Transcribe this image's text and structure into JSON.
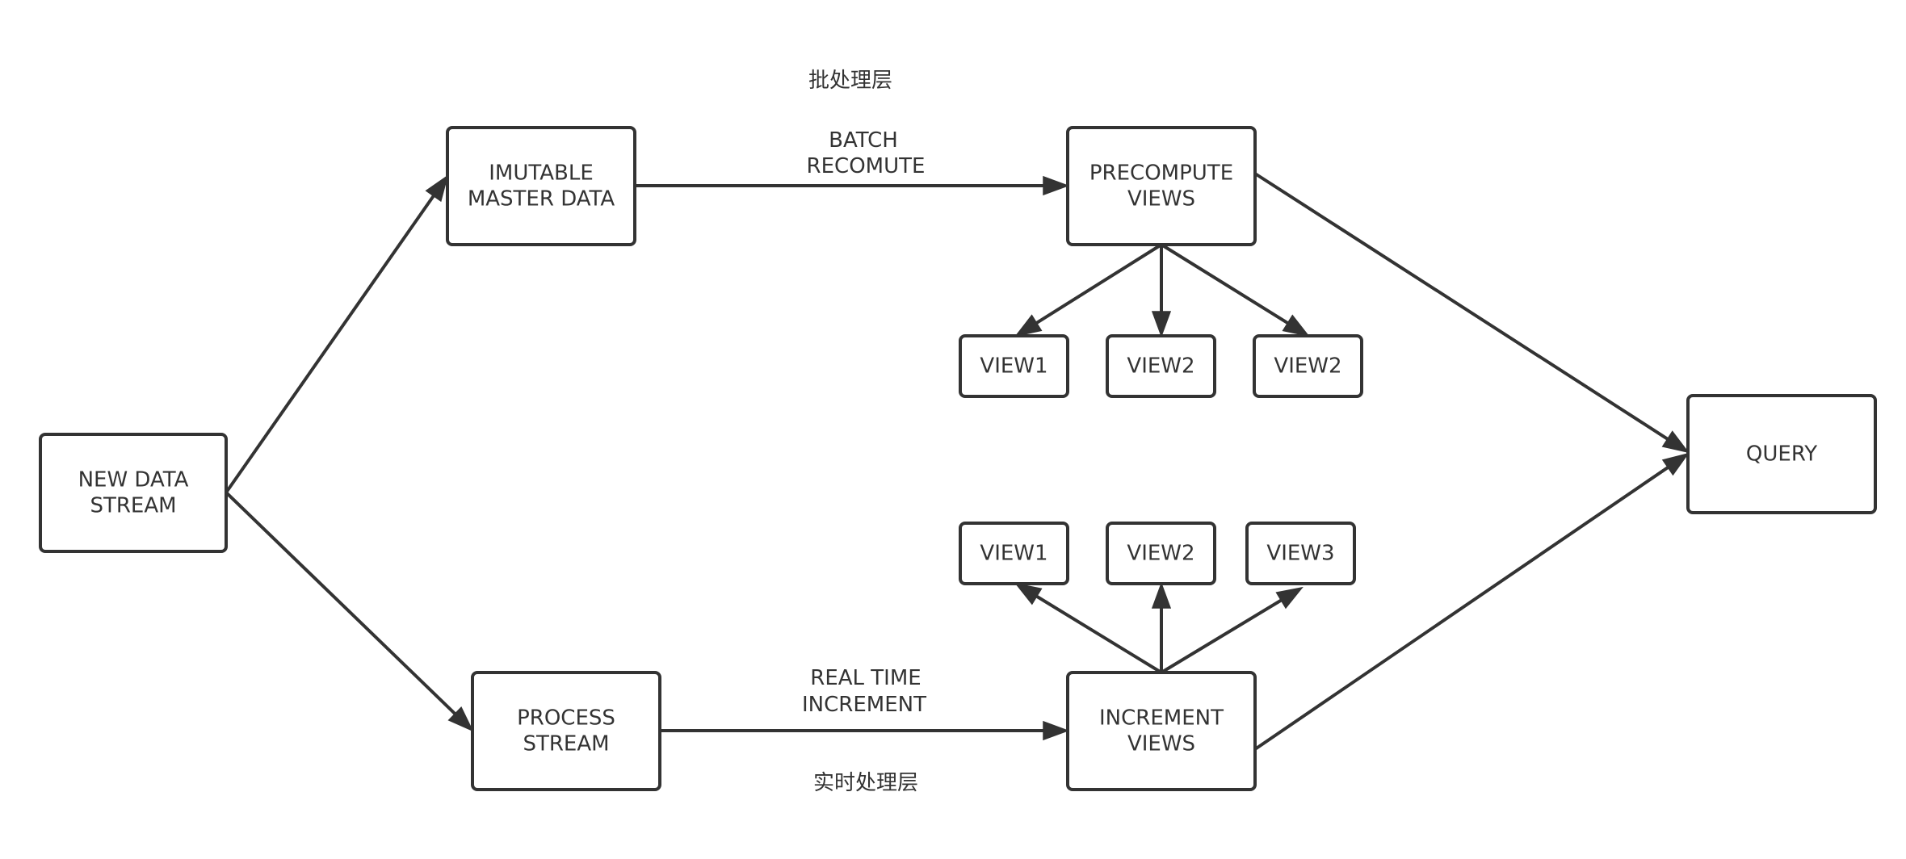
{
  "nodes": {
    "new_data_stream": {
      "lines": [
        "NEW DATA",
        "STREAM"
      ]
    },
    "imutable_master": {
      "lines": [
        "IMUTABLE",
        "MASTER DATA"
      ]
    },
    "process_stream": {
      "lines": [
        "PROCESS",
        "STREAM"
      ]
    },
    "precompute_views": {
      "lines": [
        "PRECOMPUTE",
        "VIEWS"
      ]
    },
    "increment_views": {
      "lines": [
        "INCREMENT",
        "VIEWS"
      ]
    },
    "query": {
      "lines": [
        "QUERY"
      ]
    },
    "batch_view1": {
      "lines": [
        "VIEW1"
      ]
    },
    "batch_view2": {
      "lines": [
        "VIEW2"
      ]
    },
    "batch_view3": {
      "lines": [
        "VIEW2"
      ]
    },
    "rt_view1": {
      "lines": [
        "VIEW1"
      ]
    },
    "rt_view2": {
      "lines": [
        "VIEW2"
      ]
    },
    "rt_view3": {
      "lines": [
        "VIEW3"
      ]
    }
  },
  "labels": {
    "batch_layer": "批处理层",
    "batch_recompute": [
      "BATCH",
      "RECOMUTE"
    ],
    "realtime_increment": [
      "REAL TIME",
      "INCREMENT"
    ],
    "realtime_layer": "实时处理层"
  },
  "edges": [
    {
      "from": "new_data_stream",
      "to": "imutable_master"
    },
    {
      "from": "new_data_stream",
      "to": "process_stream"
    },
    {
      "from": "imutable_master",
      "to": "precompute_views"
    },
    {
      "from": "process_stream",
      "to": "increment_views"
    },
    {
      "from": "precompute_views",
      "to": "batch_view1"
    },
    {
      "from": "precompute_views",
      "to": "batch_view2"
    },
    {
      "from": "precompute_views",
      "to": "batch_view3"
    },
    {
      "from": "increment_views",
      "to": "rt_view1"
    },
    {
      "from": "increment_views",
      "to": "rt_view2"
    },
    {
      "from": "increment_views",
      "to": "rt_view3"
    },
    {
      "from": "precompute_views",
      "to": "query"
    },
    {
      "from": "increment_views",
      "to": "query"
    }
  ],
  "colors": {
    "stroke": "#333333",
    "background": "#ffffff"
  }
}
